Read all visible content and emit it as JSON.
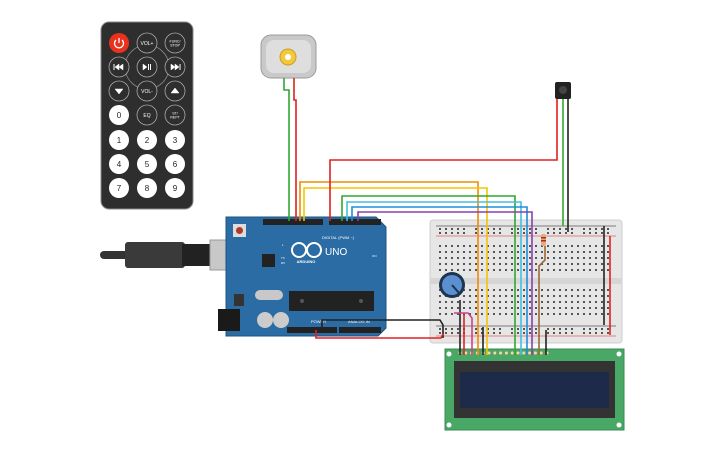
{
  "remote": {
    "buttons": [
      {
        "label": "",
        "icon": "power-icon",
        "style": "red"
      },
      {
        "label": "VOL+",
        "style": "dark"
      },
      {
        "label": "FUNC/",
        "label2": "STOP",
        "style": "dark"
      },
      {
        "label": "",
        "icon": "previous-icon",
        "style": "dark"
      },
      {
        "label": "",
        "icon": "play-pause-icon",
        "style": "dark"
      },
      {
        "label": "",
        "icon": "next-icon",
        "style": "dark"
      },
      {
        "label": "",
        "icon": "down-icon",
        "style": "dark"
      },
      {
        "label": "VOL-",
        "style": "dark"
      },
      {
        "label": "",
        "icon": "up-icon",
        "style": "dark"
      },
      {
        "label": "0",
        "style": "white"
      },
      {
        "label": "EQ",
        "style": "dark"
      },
      {
        "label": "ST/",
        "label2": "REPT",
        "style": "dark"
      },
      {
        "label": "1",
        "style": "white"
      },
      {
        "label": "2",
        "style": "white"
      },
      {
        "label": "3",
        "style": "white"
      },
      {
        "label": "4",
        "style": "white"
      },
      {
        "label": "5",
        "style": "white"
      },
      {
        "label": "6",
        "style": "white"
      },
      {
        "label": "7",
        "style": "white"
      },
      {
        "label": "8",
        "style": "white"
      },
      {
        "label": "9",
        "style": "white"
      }
    ]
  },
  "arduino": {
    "model": "UNO",
    "brand": "ARDUINO",
    "digital_label": "DIGITAL (PWM ~)",
    "power_label": "POWER",
    "analog_label": "ANALOG IN",
    "on_label": "ON",
    "tx_label": "TX",
    "rx_label": "RX",
    "l_label": "L"
  },
  "colors": {
    "board": "#2a6ca3",
    "breadboard": "#e6e6e6",
    "lcd_pcb": "#4aa866",
    "lcd_screen": "#1d2a4a",
    "wire_red": "#e02020",
    "wire_green": "#2fa82f",
    "wire_orange": "#f08c00",
    "wire_yellow": "#f5c400",
    "wire_lightblue": "#42c0e0",
    "wire_blue": "#1f8fd6",
    "wire_purple": "#8a3fb0",
    "wire_black": "#222222",
    "wire_pink": "#d0408a",
    "wire_brown": "#9a6a3a"
  }
}
